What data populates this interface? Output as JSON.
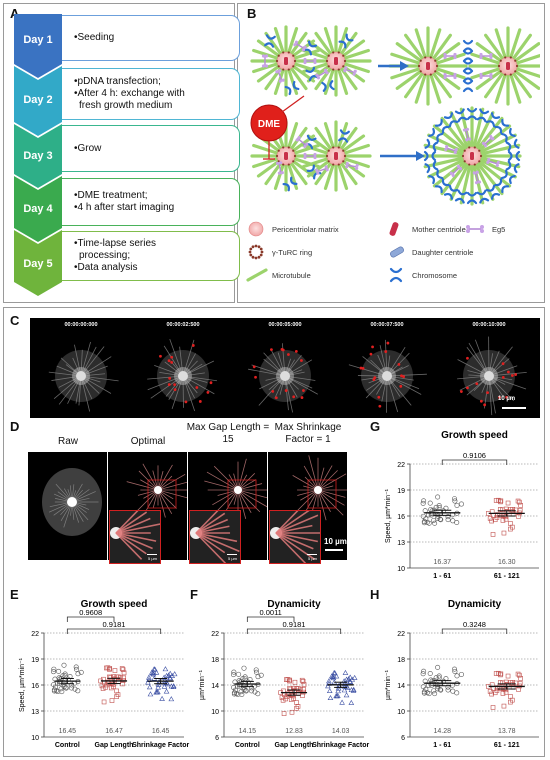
{
  "panel_labels": {
    "A": "A",
    "B": "B",
    "C": "C",
    "D": "D",
    "E": "E",
    "F": "F",
    "G": "G",
    "H": "H"
  },
  "panelA": {
    "days": [
      {
        "label": "Day 1",
        "lines": [
          "•Seeding"
        ],
        "color": "#3a73c2",
        "border": "#6ca0dc"
      },
      {
        "label": "Day 2",
        "lines": [
          "•pDNA transfection;",
          "•After 4 h: exchange with",
          "fresh growth medium"
        ],
        "color": "#32a9c8",
        "border": "#4fb6d4"
      },
      {
        "label": "Day 3",
        "lines": [
          "•Grow"
        ],
        "color": "#2eaf88",
        "border": "#3ab78f"
      },
      {
        "label": "Day 4",
        "lines": [
          "•DME treatment;",
          "•4 h after start imaging"
        ],
        "color": "#3aaa4e",
        "border": "#49b25a"
      },
      {
        "label": "Day 5",
        "lines": [
          "•Time-lapse series",
          "processing;",
          "•Data analysis"
        ],
        "color": "#6fb43c",
        "border": "#80bd4b"
      }
    ]
  },
  "panelB": {
    "dme_label": "DME",
    "legend": [
      {
        "icon": "pcm",
        "text": "Pericentriolar matrix"
      },
      {
        "icon": "mother",
        "text": "Mother centriole"
      },
      {
        "icon": "eg5",
        "text": "Eg5"
      },
      {
        "icon": "turc",
        "text": "γ-TuRC ring"
      },
      {
        "icon": "daughter",
        "text": "Daughter centriole"
      },
      {
        "icon": "microtubule",
        "text": "Microtubule"
      },
      {
        "icon": "chromosome",
        "text": "Chromosome"
      }
    ]
  },
  "panelC": {
    "timestamps": [
      "00:00:00:000",
      "00:00:02:500",
      "00:00:05:000",
      "00:00:07:500",
      "00:00:10:000"
    ],
    "scalebar": "10 µm"
  },
  "panelD": {
    "headers": [
      "Raw",
      "Optimal",
      "Max Gap Length = 15",
      "Max Shrinkage Factor = 1"
    ],
    "scalebar": "10 µm",
    "inset_scale": "5 µm"
  },
  "chart_data": [
    {
      "id": "E",
      "type": "scatter",
      "title": "Growth speed",
      "ylabel": "Speed, µm*min⁻¹",
      "ylim": [
        10,
        22
      ],
      "yticks": [
        10,
        13,
        16,
        19,
        22
      ],
      "categories": [
        "Control",
        "Gap Length",
        "Shrinkage Factor"
      ],
      "means": [
        16.45,
        16.47,
        16.45
      ],
      "mean_labels": [
        "16.45",
        "16.47",
        "16.45"
      ],
      "colors": [
        "#555555",
        "#c0504d",
        "#3b4fa3"
      ],
      "markers": [
        "circle",
        "square",
        "triangle"
      ],
      "dotted_lines": [
        13,
        16,
        19
      ],
      "comparisons": [
        {
          "from": 0,
          "to": 1,
          "label": "0.9608"
        },
        {
          "from": 0,
          "to": 2,
          "label": "0.9181"
        }
      ]
    },
    {
      "id": "F",
      "type": "scatter",
      "title": "Dynamicity",
      "ylabel": "µm*min⁻¹",
      "ylim": [
        6,
        22
      ],
      "yticks": [
        6,
        10,
        14,
        18,
        22
      ],
      "categories": [
        "Control",
        "Gap Length",
        "Shrinkage Factor"
      ],
      "means": [
        14.15,
        12.83,
        14.03
      ],
      "mean_labels": [
        "14.15",
        "12.83",
        "14.03"
      ],
      "colors": [
        "#555555",
        "#c0504d",
        "#3b4fa3"
      ],
      "markers": [
        "circle",
        "square",
        "triangle"
      ],
      "dotted_lines": [
        10,
        14,
        18
      ],
      "comparisons": [
        {
          "from": 0,
          "to": 1,
          "label": "0.0011"
        },
        {
          "from": 0,
          "to": 2,
          "label": "0.9181"
        }
      ]
    },
    {
      "id": "G",
      "type": "scatter",
      "title": "Growth speed",
      "ylabel": "Speed, µm*min⁻¹",
      "ylim": [
        10,
        22
      ],
      "yticks": [
        10,
        13,
        16,
        19,
        22
      ],
      "categories": [
        "1 - 61",
        "61 - 121"
      ],
      "means": [
        16.37,
        16.3
      ],
      "mean_labels": [
        "16.37",
        "16.30"
      ],
      "colors": [
        "#555555",
        "#c0504d"
      ],
      "markers": [
        "circle",
        "square"
      ],
      "dotted_lines": [
        13,
        16,
        19
      ],
      "comparisons": [
        {
          "from": 0,
          "to": 1,
          "label": "0.9106"
        }
      ]
    },
    {
      "id": "H",
      "type": "scatter",
      "title": "Dynamicity",
      "ylabel": "µm*min⁻¹",
      "ylim": [
        6,
        22
      ],
      "yticks": [
        6,
        10,
        14,
        18,
        22
      ],
      "categories": [
        "1 - 61",
        "61 - 121"
      ],
      "means": [
        14.28,
        13.78
      ],
      "mean_labels": [
        "14.28",
        "13.78"
      ],
      "colors": [
        "#555555",
        "#c0504d"
      ],
      "markers": [
        "circle",
        "square"
      ],
      "dotted_lines": [
        10,
        14,
        18
      ],
      "comparisons": [
        {
          "from": 0,
          "to": 1,
          "label": "0.3248"
        }
      ]
    }
  ]
}
